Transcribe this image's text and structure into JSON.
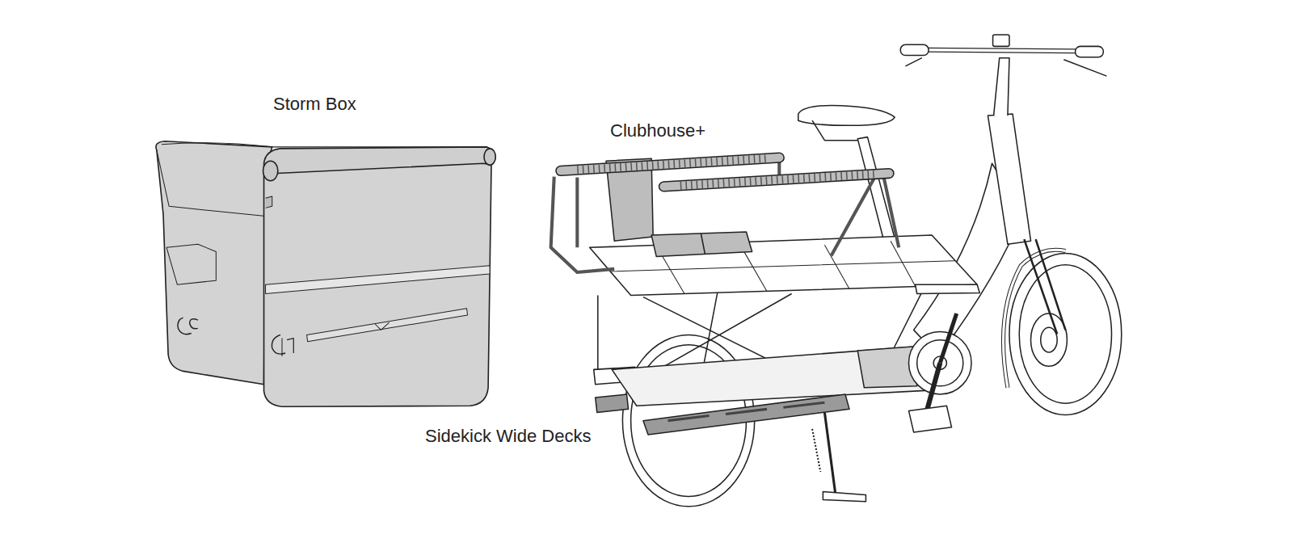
{
  "diagram": {
    "labels": [
      "Storm Box",
      "Clubhouse+",
      "Sidekick Wide Decks"
    ]
  }
}
